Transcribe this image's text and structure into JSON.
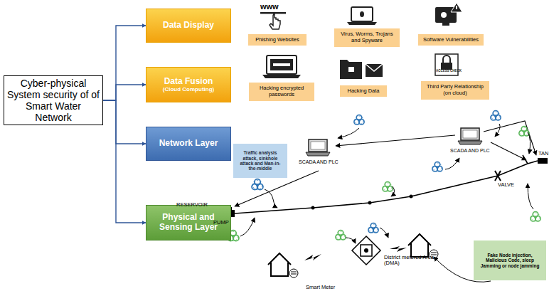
{
  "diagram": {
    "nodes": [
      {
        "text": [
          "Cyber-physical System security of of Smart Water Network"
        ]
      },
      {
        "text": [
          "Data Display"
        ]
      },
      {
        "text": [
          "Data Fusion",
          "(Cloud Computing)"
        ]
      },
      {
        "text": [
          "Network Layer"
        ]
      },
      {
        "text": [
          "Physical and Sensing Layer"
        ]
      },
      {
        "text": [
          "Phishing Websites"
        ]
      },
      {
        "text": [
          "Virus, Worms, Trojans and Spyware"
        ]
      },
      {
        "text": [
          "Software Vulnerabilities"
        ]
      },
      {
        "text": [
          "Hacking encrypted passwords"
        ]
      },
      {
        "text": [
          "Hacking Data"
        ]
      },
      {
        "text": [
          "Third Party Relationship (on cloud)"
        ]
      },
      {
        "text": [
          "Traffic analysis attack, sinkhole attack and Man-in-the-middle"
        ]
      },
      {
        "text": [
          "Fake Node injection, Malicious Code, sleep Jamming or node jamming"
        ]
      }
    ],
    "edges": [
      {
        "from": 0,
        "to": 1,
        "arrow": "to"
      },
      {
        "from": 0,
        "to": 2,
        "arrow": "to"
      },
      {
        "from": 0,
        "to": 3,
        "arrow": "to"
      },
      {
        "from": 0,
        "to": 4,
        "arrow": "to"
      }
    ],
    "labels": [
      "www",
      "ACCESS CHECK",
      "SCADA AND PLC",
      "SCADA AND PLC",
      "RESERVOIR",
      "PUMP",
      "VALVE",
      "TAN",
      "District metered Area (DMA)",
      "Smart Meter"
    ]
  }
}
